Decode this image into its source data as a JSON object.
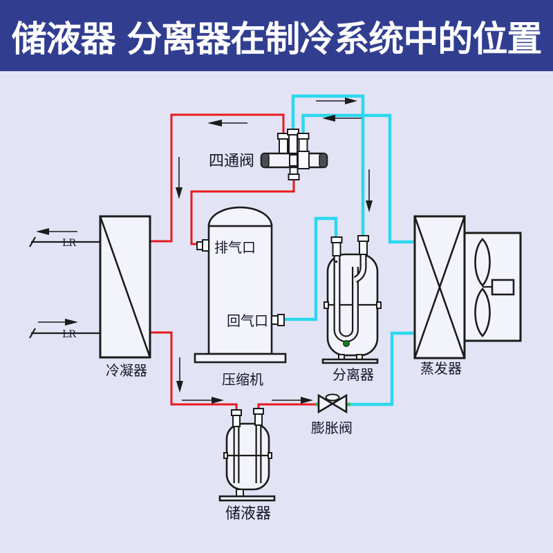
{
  "header": {
    "title": "储液器 分离器在制冷系统中的位置"
  },
  "labels": {
    "four_way_valve": "四通阀",
    "condenser": "冷凝器",
    "compressor": "压缩机",
    "compressor_discharge_port": "排气口",
    "compressor_suction_port": "回气口",
    "separator": "分离器",
    "evaporator": "蒸发器",
    "expansion_valve": "膨胀阀",
    "receiver": "储液器",
    "condenser_line_top": "LR",
    "condenser_line_bottom": "LR"
  },
  "colors": {
    "header_bg": "#313e90",
    "background": "#e2e3f5",
    "hot_line": "#e8191c",
    "cold_line": "#2bd7ee",
    "ink": "#1b1b1b",
    "vessel_fill": "#f3f4fb",
    "pipe_fill": "#fbfcff",
    "valve_cap": "#4b4b54",
    "green_dot": "#177a1f",
    "valve_port_green": "#3fc24a"
  }
}
